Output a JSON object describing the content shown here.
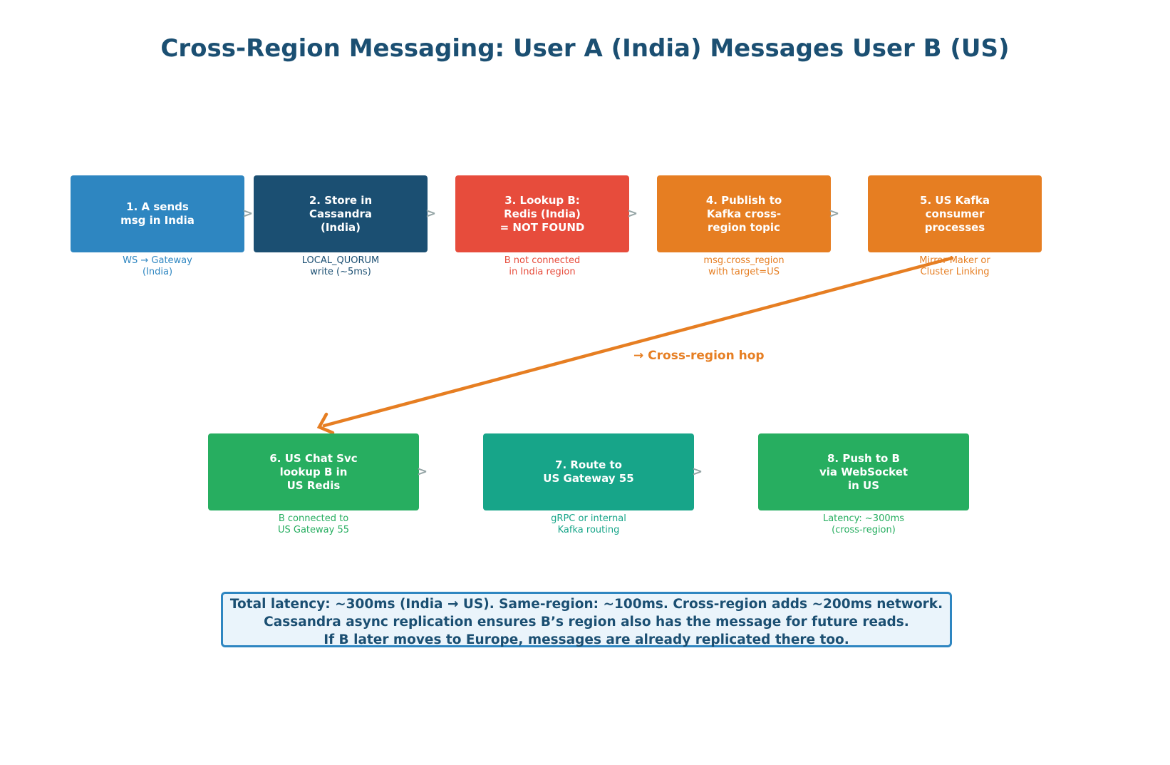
{
  "title": "Cross-Region Messaging: User A (India) Messages User B (US)",
  "colors": {
    "title": "#1b4f72",
    "step1": "#2e86c1",
    "step2": "#1b4f72",
    "step3": "#e74c3c",
    "step4": "#e67e22",
    "step5": "#e67e22",
    "step6": "#27ae60",
    "step7": "#17a589",
    "step8": "#27ae60",
    "connector": "#95a5a6",
    "hop_arrow": "#e67e22"
  },
  "steps": [
    {
      "label": "1. A sends\nmsg in India",
      "note": "WS → Gateway\n(India)"
    },
    {
      "label": "2. Store in\nCassandra\n(India)",
      "note": "LOCAL_QUORUM\nwrite (~5ms)"
    },
    {
      "label": "3. Lookup B:\nRedis (India)\n= NOT FOUND",
      "note": "B not connected\nin India region"
    },
    {
      "label": "4. Publish to\nKafka cross-\nregion topic",
      "note": "msg.cross_region\nwith target=US"
    },
    {
      "label": "5. US Kafka\nconsumer\nprocesses",
      "note": "Mirror Maker or\nCluster Linking"
    },
    {
      "label": "6. US Chat Svc\nlookup B in\nUS Redis",
      "note": "B connected to\nUS Gateway 55"
    },
    {
      "label": "7. Route to\nUS Gateway 55",
      "note": "gRPC or internal\nKafka routing"
    },
    {
      "label": "8. Push to B\nvia WebSocket\nin US",
      "note": "Latency: ~300ms\n(cross-region)"
    }
  ],
  "connector_glyph": ">",
  "hop_label": "→ Cross-region hop",
  "summary": {
    "line1": "Total latency: ~300ms (India → US). Same-region: ~100ms. Cross-region adds ~200ms network.",
    "line2": "Cassandra async replication ensures B’s region also has the message for future reads.",
    "line3": "If B later moves to Europe, messages are already replicated there too."
  }
}
